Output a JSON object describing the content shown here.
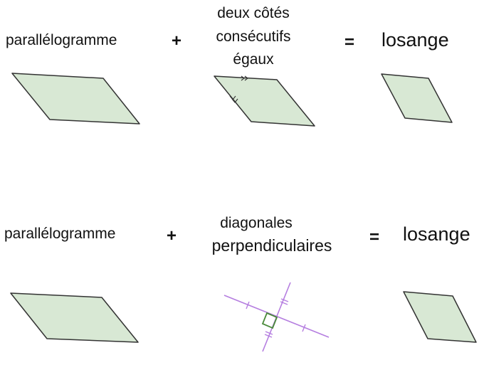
{
  "row1": {
    "term1": "parallélogramme",
    "plus": "+",
    "term2_line1": "deux côtés",
    "term2_line2": "consécutifs",
    "term2_line3": "égaux",
    "equals": "=",
    "result": "losange"
  },
  "row2": {
    "term1": "parallélogramme",
    "plus": "+",
    "term2_line1": "diagonales",
    "term2_line2": "perpendiculaires",
    "equals": "=",
    "result": "losange"
  },
  "colors": {
    "shape_fill": "#d8e8d4",
    "shape_stroke": "#333333",
    "diagonal": "#b57ee0",
    "right_angle": "#4a8a3a"
  }
}
